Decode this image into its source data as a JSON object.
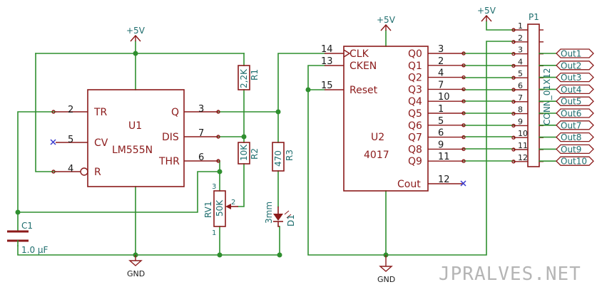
{
  "power": {
    "vcc": "+5V",
    "gnd": "GND"
  },
  "u1": {
    "ref": "U1",
    "value": "LM555N",
    "pins": {
      "tr": "TR",
      "cv": "CV",
      "r": "R",
      "q": "Q",
      "dis": "DIS",
      "thr": "THR"
    },
    "pin_numbers": {
      "tr": "2",
      "cv": "5",
      "r": "4",
      "q": "3",
      "dis": "7",
      "thr": "6"
    }
  },
  "u2": {
    "ref": "U2",
    "value": "4017",
    "pins": {
      "clk": "CLK",
      "cken": "CKEN",
      "reset": "Reset",
      "cout": "Cout"
    },
    "pin_numbers": {
      "clk": "14",
      "cken": "13",
      "reset": "15",
      "cout": "12"
    },
    "outputs": [
      {
        "name": "Q0",
        "pin": "3"
      },
      {
        "name": "Q1",
        "pin": "2"
      },
      {
        "name": "Q2",
        "pin": "4"
      },
      {
        "name": "Q3",
        "pin": "7"
      },
      {
        "name": "Q4",
        "pin": "10"
      },
      {
        "name": "Q5",
        "pin": "1"
      },
      {
        "name": "Q6",
        "pin": "5"
      },
      {
        "name": "Q7",
        "pin": "6"
      },
      {
        "name": "Q8",
        "pin": "9"
      },
      {
        "name": "Q9",
        "pin": "11"
      }
    ]
  },
  "r1": {
    "ref": "R1",
    "value": "2,2K"
  },
  "r2": {
    "ref": "R2",
    "value": "10K"
  },
  "r3": {
    "ref": "R3",
    "value": "470"
  },
  "rv1": {
    "ref": "RV1",
    "value": "50K",
    "pins": [
      "3",
      "2",
      "1"
    ]
  },
  "c1": {
    "ref": "C1",
    "value": "1.0 µF"
  },
  "d1": {
    "ref": "D1",
    "value": "3mm"
  },
  "p1": {
    "ref": "P1",
    "value": "CONN_01X12",
    "pins": [
      "1",
      "2",
      "3",
      "4",
      "5",
      "6",
      "7",
      "8",
      "9",
      "10",
      "11",
      "12"
    ],
    "outputs": [
      "Out1",
      "Out2",
      "Out3",
      "Out4",
      "Out5",
      "Out6",
      "Out7",
      "Out8",
      "Out9",
      "Out10"
    ]
  },
  "watermark": "JPRALVES.NET"
}
